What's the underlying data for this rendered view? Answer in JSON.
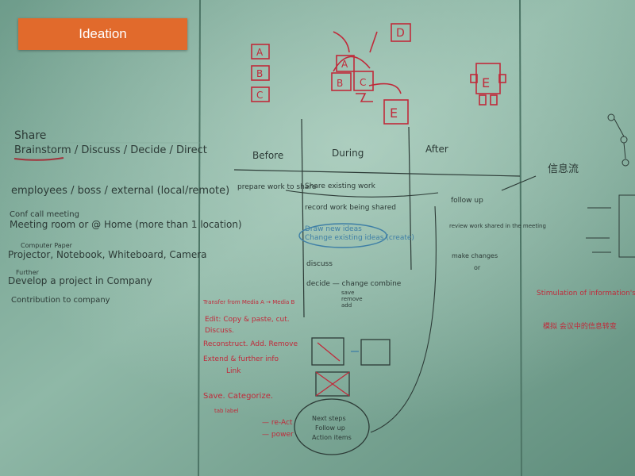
{
  "banner": {
    "title": "Ideation"
  },
  "colors": {
    "banner": "#e16a2c",
    "board": "#7aa897",
    "ink_dark": "#2c3a36",
    "ink_red": "#c02a3a",
    "ink_blue": "#3e7fa6"
  },
  "diagram": {
    "boxes_left": [
      "A",
      "B",
      "C"
    ],
    "cluster": [
      "A",
      "B",
      "C"
    ],
    "box_d": "D",
    "box_e": "E",
    "robot_e": "E"
  },
  "left_notes": {
    "share": "Share",
    "actions": "Brainstorm / Discuss / Decide / Direct",
    "people": "employees / boss / external (local/remote)",
    "conf": "Conf call meeting",
    "meeting": "Meeting room or @ Home (more than 1 location)",
    "tools_note": "Computer Paper",
    "tools": "Projector, Notebook, Whiteboard, Camera",
    "further": "Further",
    "develop": "Develop a project in Company",
    "contribution": "Contribution to company"
  },
  "columns": {
    "before": "Before",
    "during": "During",
    "after": "After"
  },
  "before": {
    "prepare": "prepare work to share"
  },
  "during": [
    "Share existing work",
    "record work being shared",
    "Draw new ideas",
    "Change existing ideas (create)",
    "discuss",
    "decide — change combine",
    "save",
    "remove",
    "add"
  ],
  "after": [
    "follow up",
    "review work shared in the meeting",
    "make changes",
    "or"
  ],
  "next_steps": [
    "Next steps",
    "Follow up",
    "Action items"
  ],
  "red_notes": [
    "Transfer from Media A → Media B",
    "Edit: Copy & paste, cut.",
    "Discuss.",
    "Reconstruct. Add. Remove",
    "Extend & further info",
    "Link",
    "Save. Categorize.",
    "tab label",
    "— re-Act",
    "— power"
  ],
  "right_notes": {
    "chinese_title": "信息流",
    "stimulation": "Stimulation of information's journey",
    "chinese_sub": "模拟 会议中的信息转变"
  }
}
